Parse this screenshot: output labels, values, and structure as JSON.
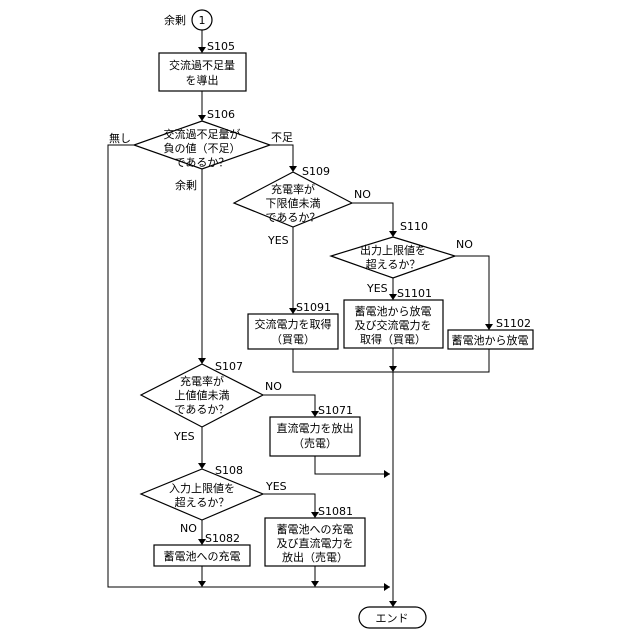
{
  "connector": {
    "symbol": "1",
    "label": "余剰"
  },
  "s105": {
    "id": "S105",
    "lines": [
      "交流過不足量",
      "を導出"
    ]
  },
  "s106": {
    "id": "S106",
    "lines": [
      "交流過不足量が",
      "負の値（不足）",
      "であるか？"
    ],
    "left": "無し",
    "right": "不足",
    "down": "余剰"
  },
  "s109": {
    "id": "S109",
    "lines": [
      "充電率が",
      "下限値未満",
      "であるか？"
    ],
    "right": "NO",
    "down": "YES"
  },
  "s110": {
    "id": "S110",
    "lines": [
      "出力上限値を",
      "超えるか？"
    ],
    "right": "NO",
    "down": "YES"
  },
  "s1091": {
    "id": "S1091",
    "lines": [
      "交流電力を取得",
      "（買電）"
    ]
  },
  "s1101": {
    "id": "S1101",
    "lines": [
      "蓄電池から放電",
      "及び交流電力を",
      "取得（買電）"
    ]
  },
  "s1102": {
    "id": "S1102",
    "lines": [
      "蓄電池から放電"
    ]
  },
  "s107": {
    "id": "S107",
    "lines": [
      "充電率が",
      "上値値未満",
      "であるか？"
    ],
    "right": "NO",
    "down": "YES"
  },
  "s1071": {
    "id": "S1071",
    "lines": [
      "直流電力を放出",
      "（売電）"
    ]
  },
  "s108": {
    "id": "S108",
    "lines": [
      "入力上限値を",
      "超えるか？"
    ],
    "right": "YES",
    "down": "NO"
  },
  "s1081": {
    "id": "S1081",
    "lines": [
      "蓄電池への充電",
      "及び直流電力を",
      "放出（売電）"
    ]
  },
  "s1082": {
    "id": "S1082",
    "lines": [
      "蓄電池への充電"
    ]
  },
  "end": {
    "label": "エンド"
  }
}
